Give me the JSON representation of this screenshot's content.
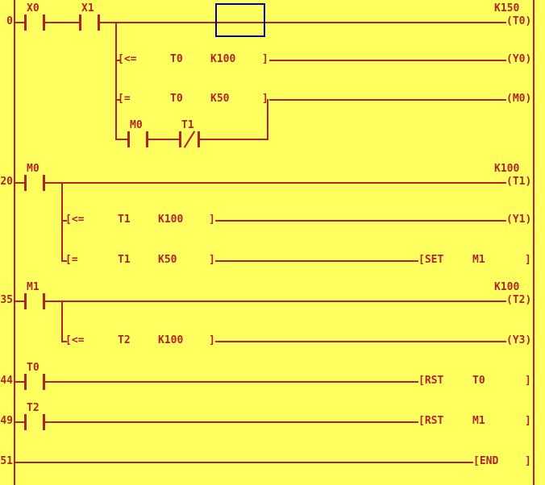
{
  "colors": {
    "bg": "#FFFF60",
    "el": "#B22222",
    "cursor": "#0000A0"
  },
  "rungs": [
    {
      "step": "0",
      "contacts": [
        {
          "label": "X0",
          "type": "NO"
        },
        {
          "label": "X1",
          "type": "NO"
        }
      ],
      "coil": {
        "open": "(",
        "label": "T0",
        "close": ")",
        "operand": "K150"
      },
      "branches": [
        {
          "block": {
            "open": "[",
            "op": "<=",
            "a": "T0",
            "b": "K100",
            "close": "]"
          },
          "coil": {
            "open": "(",
            "label": "Y0",
            "close": ")"
          }
        },
        {
          "block": {
            "open": "[",
            "op": "=",
            "a": "T0",
            "b": "K50",
            "close": "]"
          },
          "coil": {
            "open": "(",
            "label": "M0",
            "close": ")"
          }
        },
        {
          "contacts": [
            {
              "label": "M0",
              "type": "NO"
            },
            {
              "label": "T1",
              "type": "NC"
            }
          ]
        }
      ]
    },
    {
      "step": "20",
      "contacts": [
        {
          "label": "M0",
          "type": "NO"
        }
      ],
      "coil": {
        "open": "(",
        "label": "T1",
        "close": ")",
        "operand": "K100"
      },
      "branches": [
        {
          "block": {
            "open": "[",
            "op": "<=",
            "a": "T1",
            "b": "K100",
            "close": "]"
          },
          "coil": {
            "open": "(",
            "label": "Y1",
            "close": ")"
          }
        },
        {
          "block": {
            "open": "[",
            "op": "=",
            "a": "T1",
            "b": "K50",
            "close": "]"
          },
          "fn": {
            "open": "[",
            "name": "SET",
            "operand": "M1",
            "close": "]"
          }
        }
      ]
    },
    {
      "step": "35",
      "contacts": [
        {
          "label": "M1",
          "type": "NO"
        }
      ],
      "coil": {
        "open": "(",
        "label": "T2",
        "close": ")",
        "operand": "K100"
      },
      "branches": [
        {
          "block": {
            "open": "[",
            "op": "<=",
            "a": "T2",
            "b": "K100",
            "close": "]"
          },
          "coil": {
            "open": "(",
            "label": "Y3",
            "close": ")"
          }
        }
      ]
    },
    {
      "step": "44",
      "contacts": [
        {
          "label": "T0",
          "type": "NO"
        }
      ],
      "fn": {
        "open": "[",
        "name": "RST",
        "operand": "T0",
        "close": "]"
      }
    },
    {
      "step": "49",
      "contacts": [
        {
          "label": "T2",
          "type": "NO"
        }
      ],
      "fn": {
        "open": "[",
        "name": "RST",
        "operand": "M1",
        "close": "]"
      }
    },
    {
      "step": "51",
      "fn": {
        "open": "[",
        "name": "END",
        "close": "]"
      }
    }
  ]
}
